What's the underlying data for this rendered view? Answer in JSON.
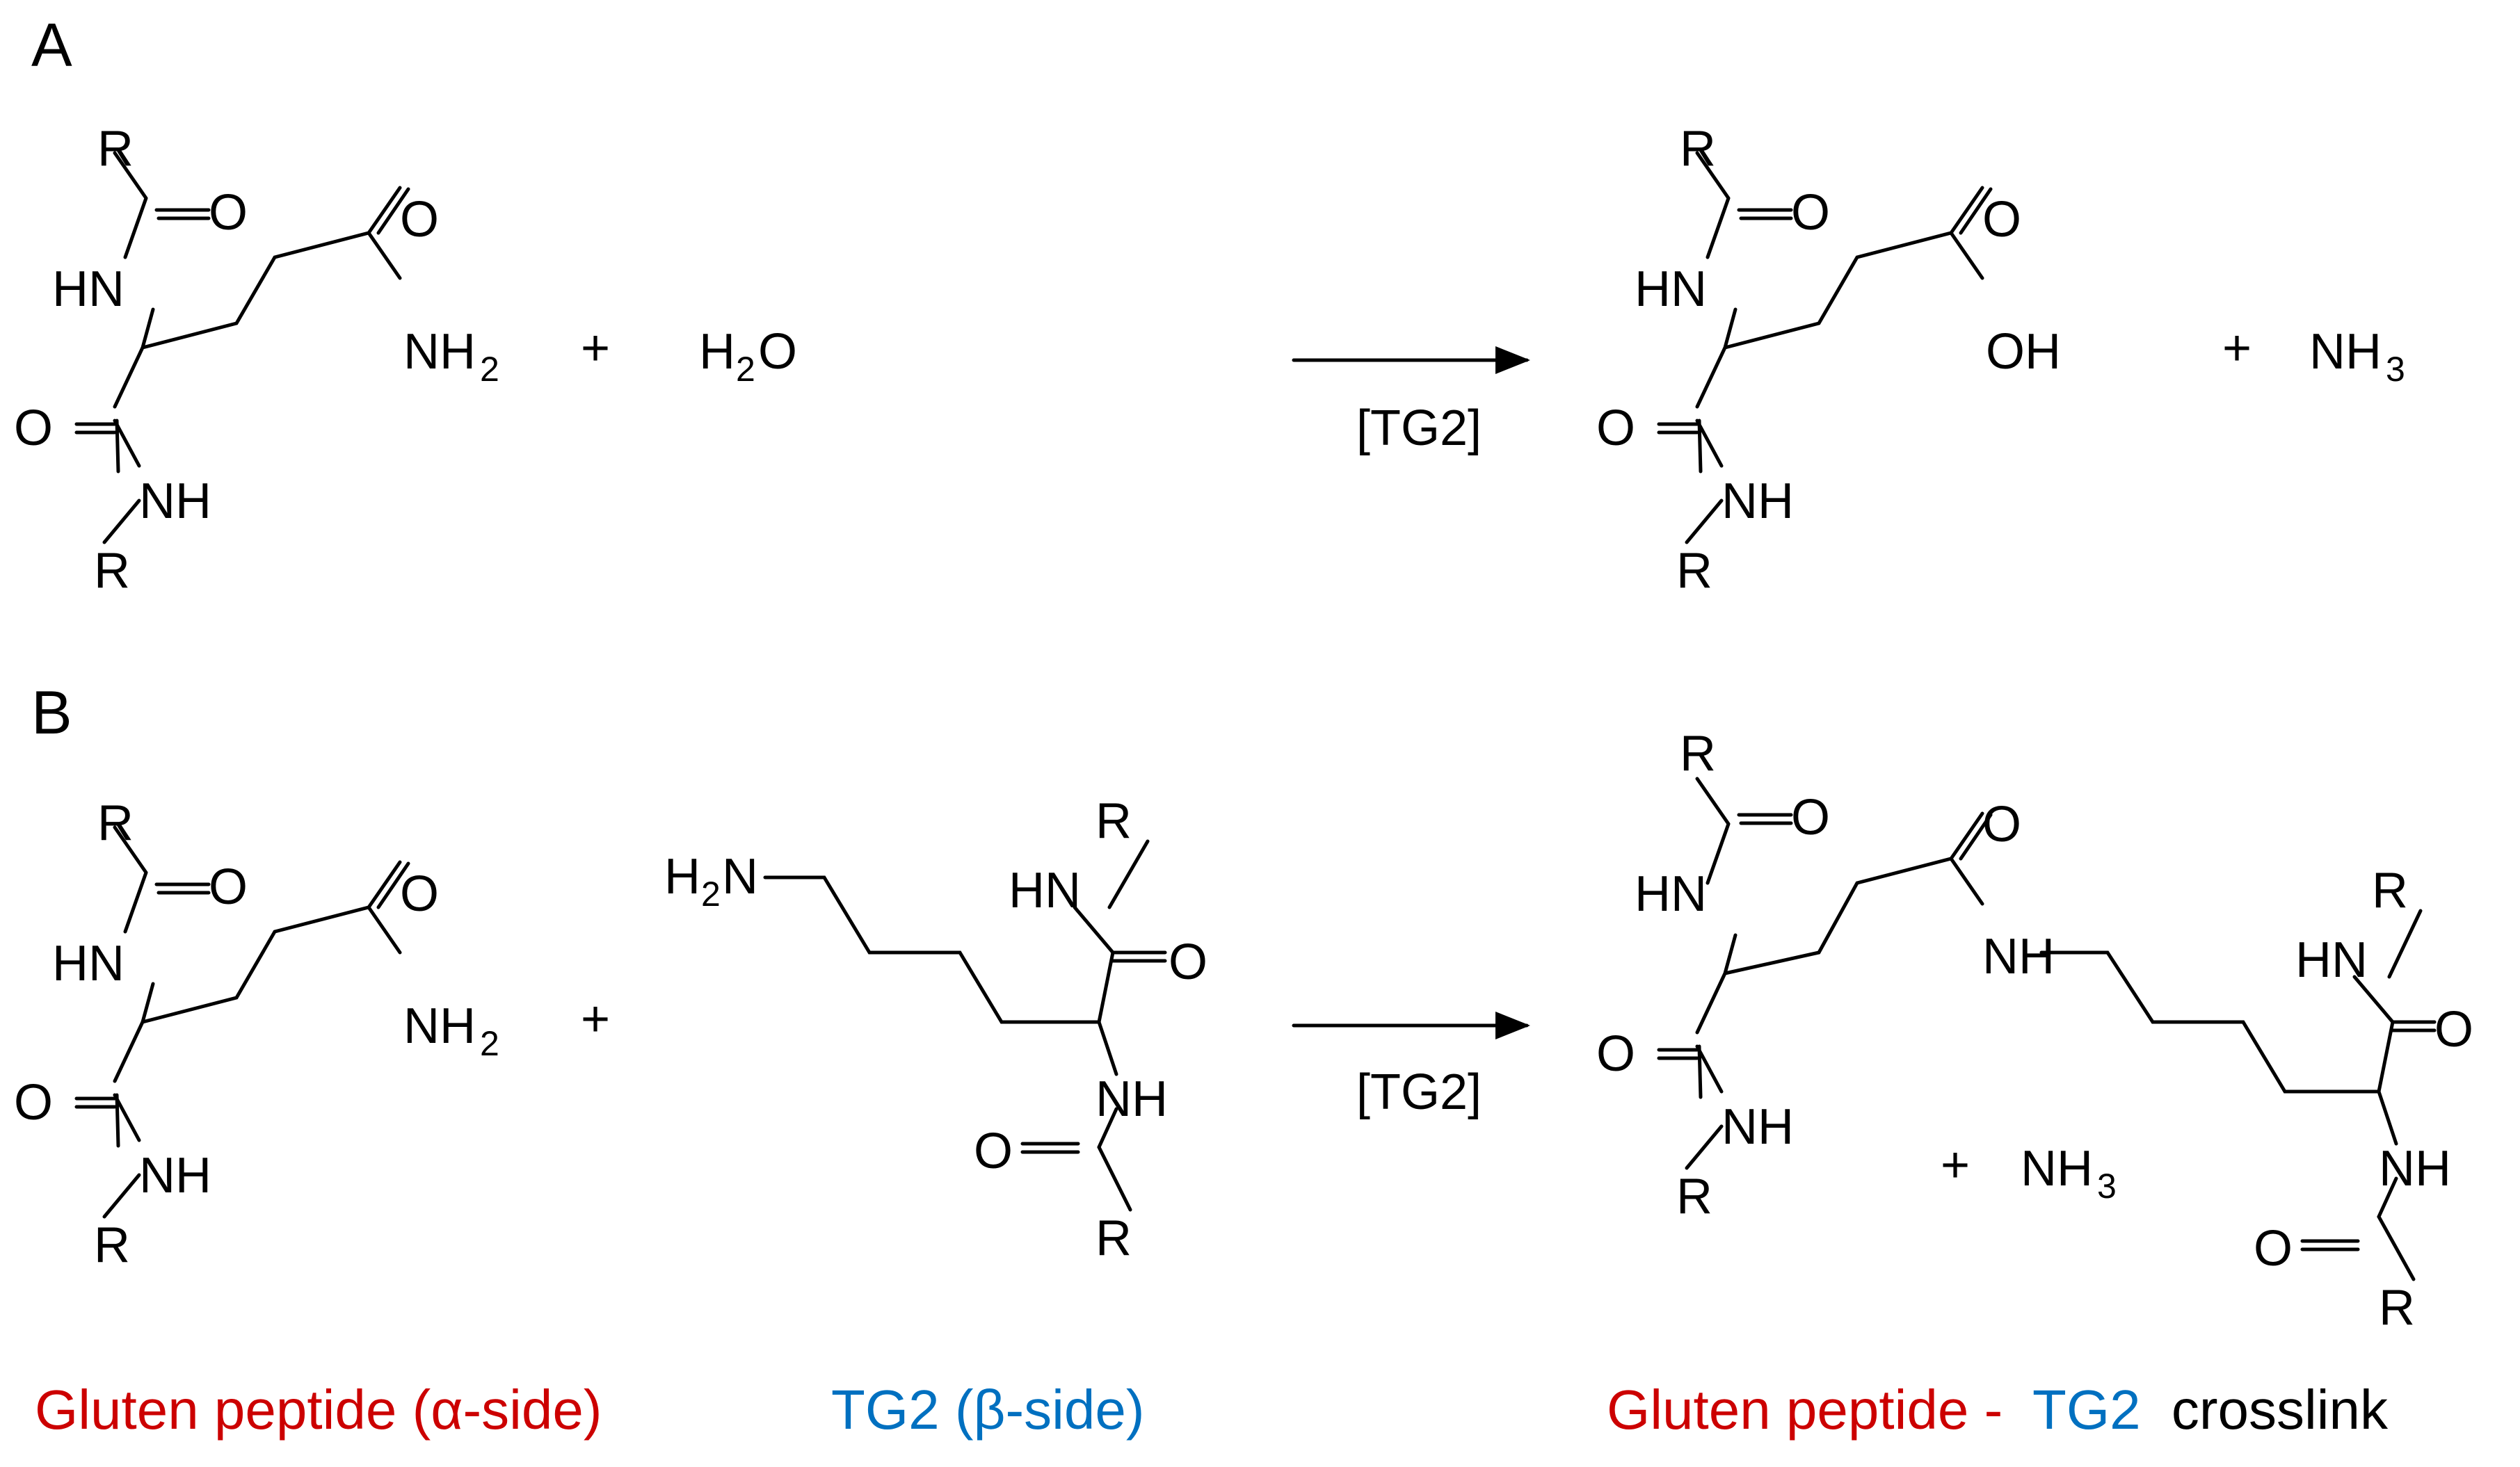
{
  "panels": {
    "a": "A",
    "b": "B"
  },
  "atoms": {
    "R": "R",
    "O": "O",
    "HN": "HN",
    "NH": "NH",
    "NH2": "NH",
    "sub2": "2",
    "sub3": "3",
    "H": "H",
    "H2O_O": "O",
    "OH": "OH",
    "NH3": "NH",
    "H2N_N": "N"
  },
  "operators": {
    "plus": "+"
  },
  "catalyst": "[TG2]",
  "captions": {
    "gluten": "Gluten peptide (α-side)",
    "tg2": "TG2 (β-side)",
    "cl_gluten": "Gluten peptide -",
    "cl_tg2": "TG2",
    "cl_rest": "crosslink"
  },
  "colors": {
    "gluten": "#cc0000",
    "tg2": "#0070c0",
    "text": "#000000"
  }
}
